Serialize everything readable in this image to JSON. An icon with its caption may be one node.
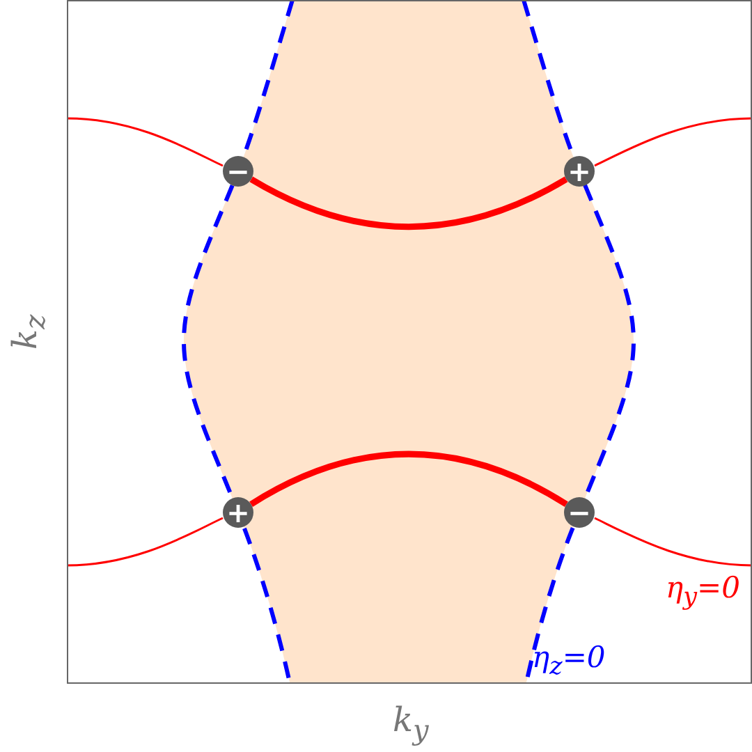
{
  "diagram": {
    "nodes": [
      {
        "text": [
          "−"
        ]
      },
      {
        "text": [
          "+"
        ]
      },
      {
        "text": [
          "+"
        ]
      },
      {
        "text": [
          "−"
        ]
      }
    ],
    "edges": [
      {
        "from": 0,
        "to": 1,
        "arrow": "none"
      },
      {
        "from": 2,
        "to": 3,
        "arrow": "none"
      }
    ],
    "labels": [
      "k$_{z}$",
      "η$_{y}$=0",
      "η$_{z}$=0",
      "k$_{y}$"
    ]
  }
}
